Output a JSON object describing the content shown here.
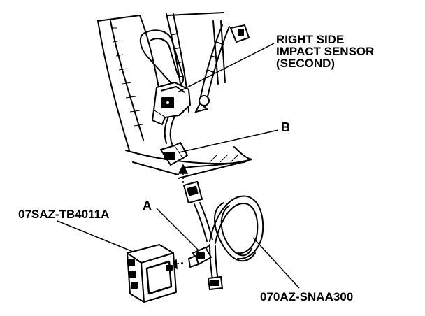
{
  "callouts": {
    "sensor": {
      "line1": "RIGHT SIDE",
      "line2": "IMPACT SENSOR",
      "line3": "(SECOND)"
    },
    "connector_b": "B",
    "connector_a": "A",
    "simulator_part": "07SAZ-TB4011A",
    "adapter_part": "070AZ-SNAA300"
  },
  "colors": {
    "ink": "#000000",
    "paper": "#ffffff"
  }
}
